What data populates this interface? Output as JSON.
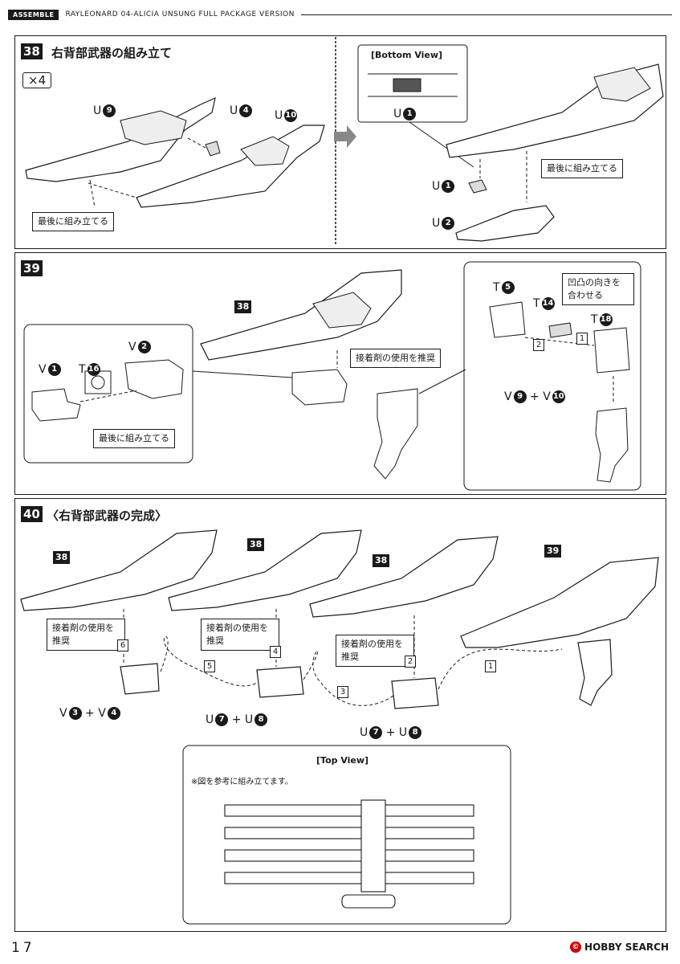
{
  "header": {
    "tag": "ASSEMBLE",
    "title": "RAYLEONARD 04-ALICIA UNSUNG FULL PACKAGE VERSION"
  },
  "step38": {
    "number": "38",
    "title": "右背部武器の組み立て",
    "multiplier": "×4",
    "parts": {
      "u9": "U",
      "u9n": "9",
      "u4": "U",
      "u4n": "4",
      "u10": "U",
      "u10n": "10",
      "u1": "U",
      "u1n": "1",
      "u1b": "U",
      "u1bn": "1",
      "u2": "U",
      "u2n": "2"
    },
    "note_last_left": "最後に組み立てる",
    "note_last_right": "最後に組み立てる",
    "bottom_view": "[Bottom View]"
  },
  "step39": {
    "number": "39",
    "ref38": "38",
    "parts": {
      "v1": "V",
      "v1n": "1",
      "t16": "T",
      "t16n": "16",
      "v2": "V",
      "v2n": "2",
      "t5": "T",
      "t5n": "5",
      "t14": "T",
      "t14n": "14",
      "t18": "T",
      "t18n": "18",
      "v9": "V",
      "v9n": "9",
      "plus": "+",
      "v10": "V",
      "v10n": "10"
    },
    "note_last": "最後に組み立てる",
    "note_glue": "接着剤の使用を推奨",
    "note_align": "凹凸の向きを合わせる",
    "steps": [
      "1",
      "2"
    ]
  },
  "step40": {
    "number": "40",
    "title": "〈右背部武器の完成〉",
    "refs": [
      "38",
      "38",
      "38",
      "39"
    ],
    "glue_notes": [
      "接着剤の使用を推奨",
      "接着剤の使用を推奨",
      "接着剤の使用を推奨"
    ],
    "steps": [
      "6",
      "5",
      "4",
      "3",
      "2",
      "1"
    ],
    "parts": {
      "a": {
        "p1": "V",
        "n1": "3",
        "plus": "+",
        "p2": "V",
        "n2": "4"
      },
      "b": {
        "p1": "U",
        "n1": "7",
        "plus": "+",
        "p2": "U",
        "n2": "8"
      },
      "c": {
        "p1": "U",
        "n1": "7",
        "plus": "+",
        "p2": "U",
        "n2": "8"
      }
    },
    "top_view": "[Top View]",
    "top_view_note": "※図を参考に組み立てます。"
  },
  "footer": {
    "page": "17",
    "logo": "HOBBY SEARCH",
    "logo_mark": "©"
  }
}
